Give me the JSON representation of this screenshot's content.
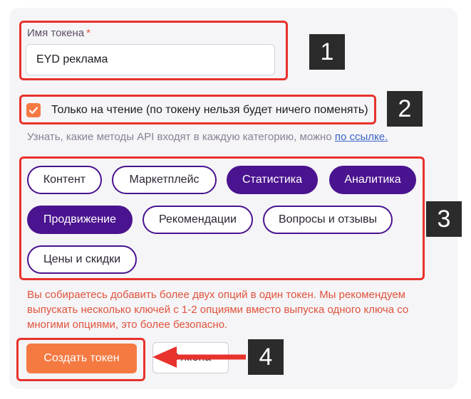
{
  "token_name": {
    "label": "Имя токена",
    "required_mark": "*",
    "value": "EYD реклама"
  },
  "read_only": {
    "checked": true,
    "label": "Только на чтение (по токену нельзя будет ничего поменять)"
  },
  "hint": {
    "text": "Узнать, какие методы API входят в каждую категорию, можно ",
    "link": "по ссылке."
  },
  "categories": [
    {
      "label": "Контент",
      "selected": false
    },
    {
      "label": "Маркетплейс",
      "selected": false
    },
    {
      "label": "Статистика",
      "selected": true
    },
    {
      "label": "Аналитика",
      "selected": true
    },
    {
      "label": "Продвижение",
      "selected": true
    },
    {
      "label": "Рекомендации",
      "selected": false
    },
    {
      "label": "Вопросы и отзывы",
      "selected": false
    },
    {
      "label": "Цены и скидки",
      "selected": false
    }
  ],
  "warning": "Вы собираетесь добавить более двух опций в один токен. Мы рекомендуем выпускать несколько ключей с 1-2 опциями вместо выпуска одного ключа со многими опциями, это более безопасно.",
  "actions": {
    "create_label": "Создать токен",
    "cancel_label": "Отмена"
  },
  "annotations": [
    "1",
    "2",
    "3",
    "4"
  ],
  "colors": {
    "accent": "#f47a42",
    "chip_border": "#4a138f",
    "warning": "#e0533b",
    "highlight": "#e8322c"
  }
}
